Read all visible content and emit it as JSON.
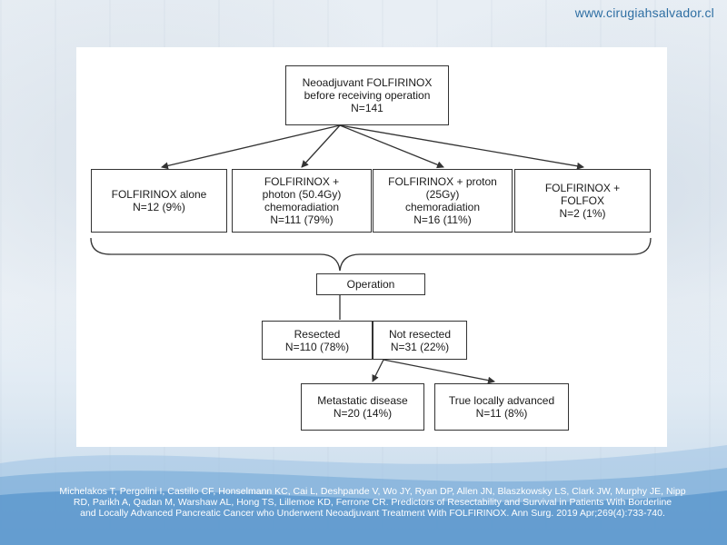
{
  "site_url": "www.cirugiahsalvador.cl",
  "diagram": {
    "root": {
      "line1": "Neoadjuvant FOLFIRINOX",
      "line2": "before receiving operation",
      "line3": "N=141"
    },
    "groups": [
      {
        "line1": "FOLFIRINOX alone",
        "line2": "N=12 (9%)",
        "line3": "",
        "line4": ""
      },
      {
        "line1": "FOLFIRINOX +",
        "line2": "photon (50.4Gy)",
        "line3": "chemoradiation",
        "line4": "N=111 (79%)"
      },
      {
        "line1": "FOLFIRINOX + proton",
        "line2": "(25Gy)",
        "line3": "chemoradiation",
        "line4": "N=16 (11%)"
      },
      {
        "line1": "FOLFIRINOX +",
        "line2": "FOLFOX",
        "line3": "N=2 (1%)",
        "line4": ""
      }
    ],
    "operation": "Operation",
    "resected": {
      "line1": "Resected",
      "line2": "N=110 (78%)"
    },
    "not_resected": {
      "line1": "Not resected",
      "line2": "N=31 (22%)"
    },
    "metastatic": {
      "line1": "Metastatic disease",
      "line2": "N=20 (14%)"
    },
    "locally_advanced": {
      "line1": "True locally advanced",
      "line2": "N=11 (8%)"
    }
  },
  "citation": {
    "line1": "Michelakos T, Pergolini I, Castillo CF, Honselmann KC, Cai L, Deshpande V, Wo JY, Ryan DP, Allen JN, Blaszkowsky LS, Clark JW, Murphy JE, Nipp",
    "line2": "RD, Parikh A, Qadan M, Warshaw AL, Hong TS, Lillemoe KD, Ferrone CR. Predictors of Resectability and Survival in Patients With Borderline",
    "line3": "and Locally Advanced Pancreatic Cancer who Underwent Neoadjuvant Treatment With FOLFIRINOX. Ann Surg. 2019 Apr;269(4):733-740."
  }
}
